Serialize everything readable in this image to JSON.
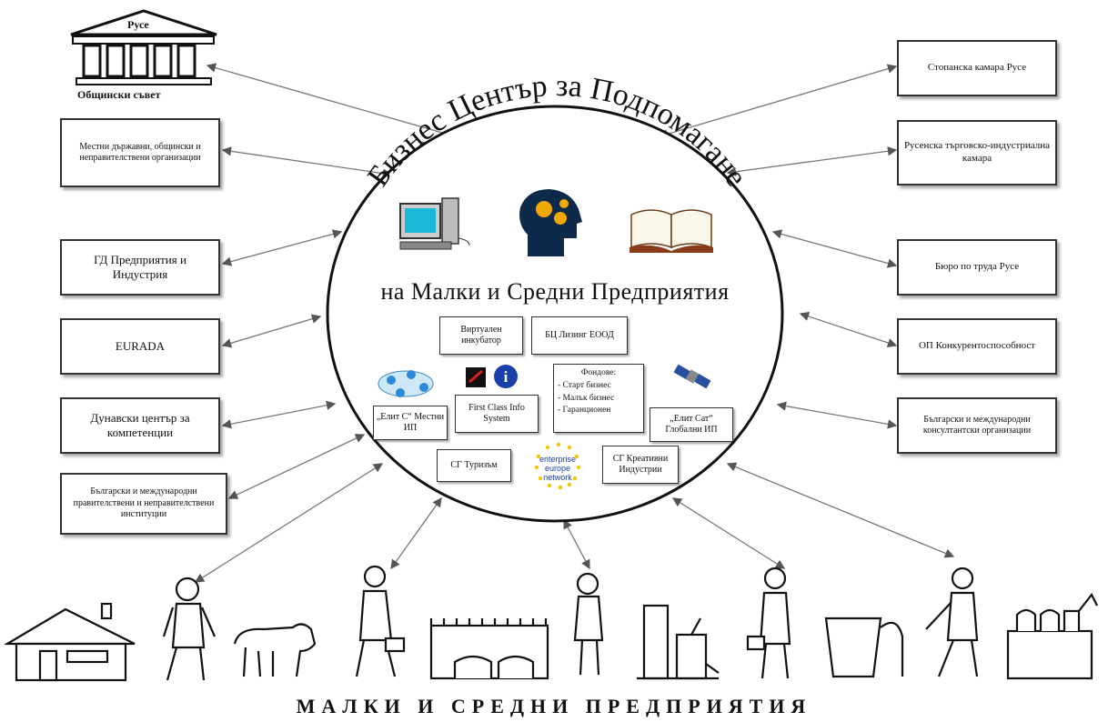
{
  "center": {
    "title": "Бизнес Център за Подпомагане",
    "subtitle": "на Малки и Средни Предприятия"
  },
  "left": {
    "building_top": "Русе",
    "building_bottom": "Общински съвет",
    "local_orgs": "Местни държавни, общински и неправителствени организации",
    "dg": "ГД Предприятия и Индустрия",
    "eurada": "EURADA",
    "danube": "Дунавски център за компетенции",
    "bg_intl": "Български и международни правителствени и неправителствени институции"
  },
  "right": {
    "chamber": "Стопанска камара Русе",
    "rcci": "Русенска търговско-индустриална камара",
    "labour": "Бюро по труда Русе",
    "op": "ОП Конкурентоспособност",
    "consult": "Български и международни консултантски организации"
  },
  "inner": {
    "virtual": "Виртуален инкубатор",
    "leasing": "БЦ Лизинг ЕООД",
    "elit_s": "„Елит С“ Местни ИП",
    "first_class": "First Class Info System",
    "funds_title": "Фондове:",
    "funds_items": [
      "- Старт бизнес",
      "- Малък бизнес",
      "- Гаранционен"
    ],
    "elit_sat": "„Елит Сат“ Глобални ИП",
    "tourism": "СГ Туризъм",
    "creative": "СГ Креативни Индустрии",
    "een": "enterprise europe network"
  },
  "bottom": {
    "label": "МАЛКИ И СРЕДНИ ПРЕДПРИЯТИЯ"
  }
}
